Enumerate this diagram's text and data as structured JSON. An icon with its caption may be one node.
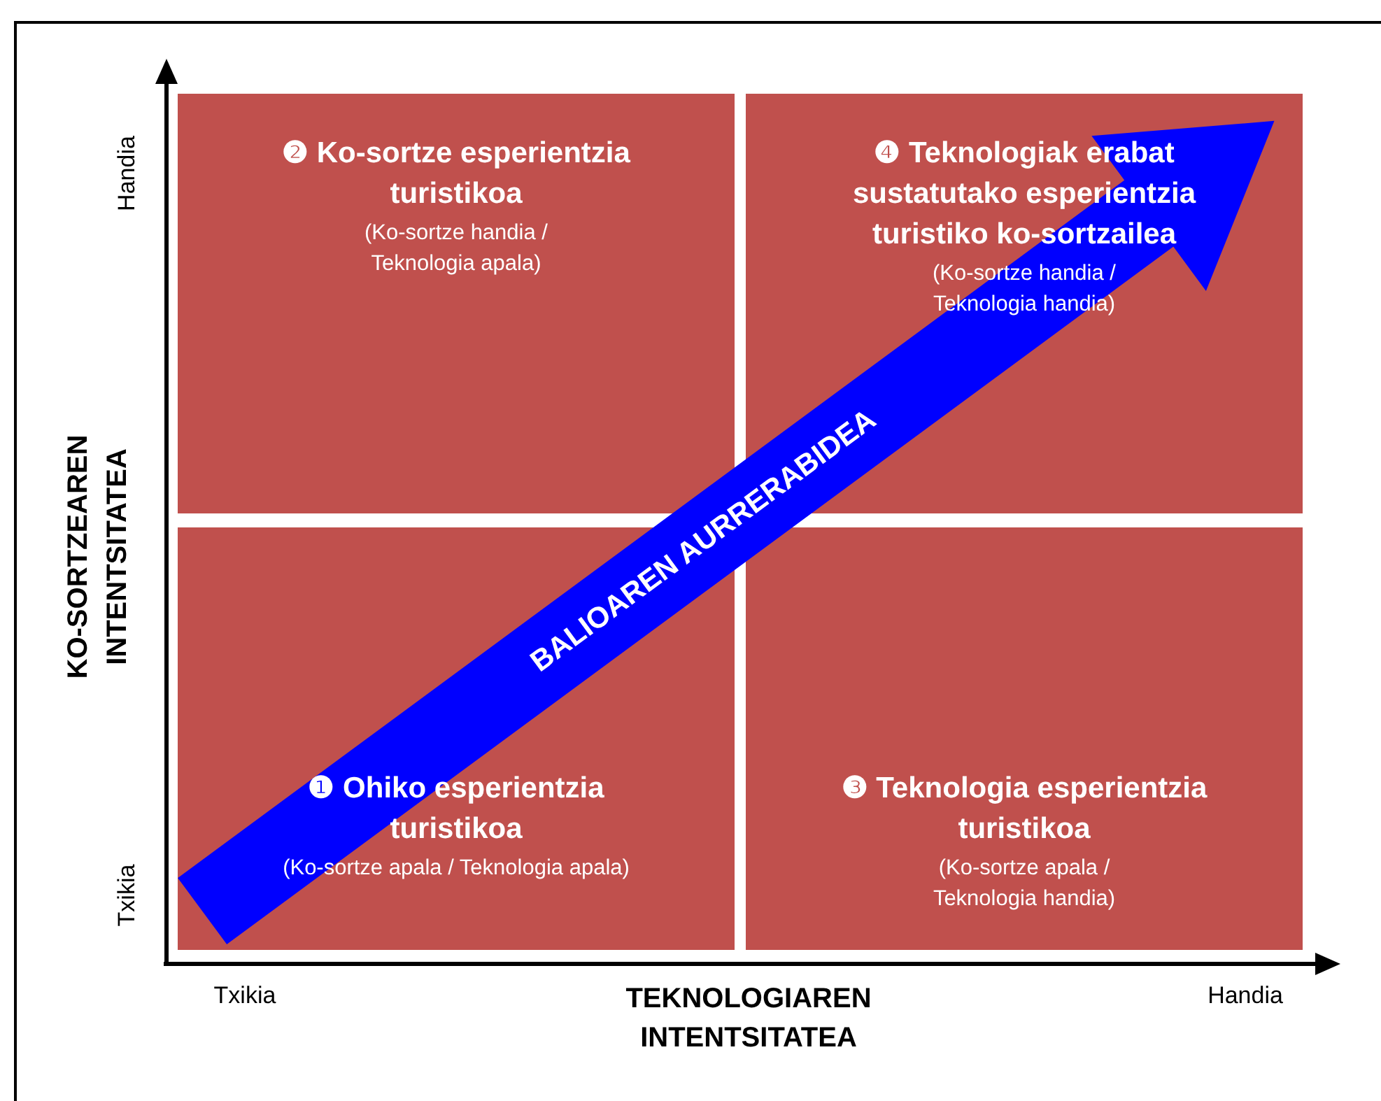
{
  "diagram": {
    "nodes": [
      {
        "text": [
          "❷ Ko-sortze esperientzia turistikoa",
          "(Ko-sortze handia / Teknologia apala)"
        ]
      },
      {
        "text": [
          "❹ Teknologiak erabat sustatutako esperientzia turistiko ko-sortzailea",
          "(Ko-sortze handia / Teknologia handia)"
        ]
      },
      {
        "text": [
          "❶ Ohiko esperientzia turistikoa",
          "(Ko-sortze apala / Teknologia apala)"
        ]
      },
      {
        "text": [
          "❸ Teknologia esperientzia turistikoa",
          "(Ko-sortze apala / Teknologia handia)"
        ]
      }
    ],
    "edges": [
      {
        "from": 2,
        "to": 1,
        "arrow": "to",
        "label": "BALIOAREN AURRERABIDEA",
        "style": "thick",
        "color": "#0000ff"
      }
    ],
    "labels": [
      "Handia",
      "KO-SORTZEAREN INTENTSITATEA",
      "Txikia",
      "Txikia",
      "TEKNOLOGIAREN INTENTSITATEA",
      "Handia"
    ]
  }
}
